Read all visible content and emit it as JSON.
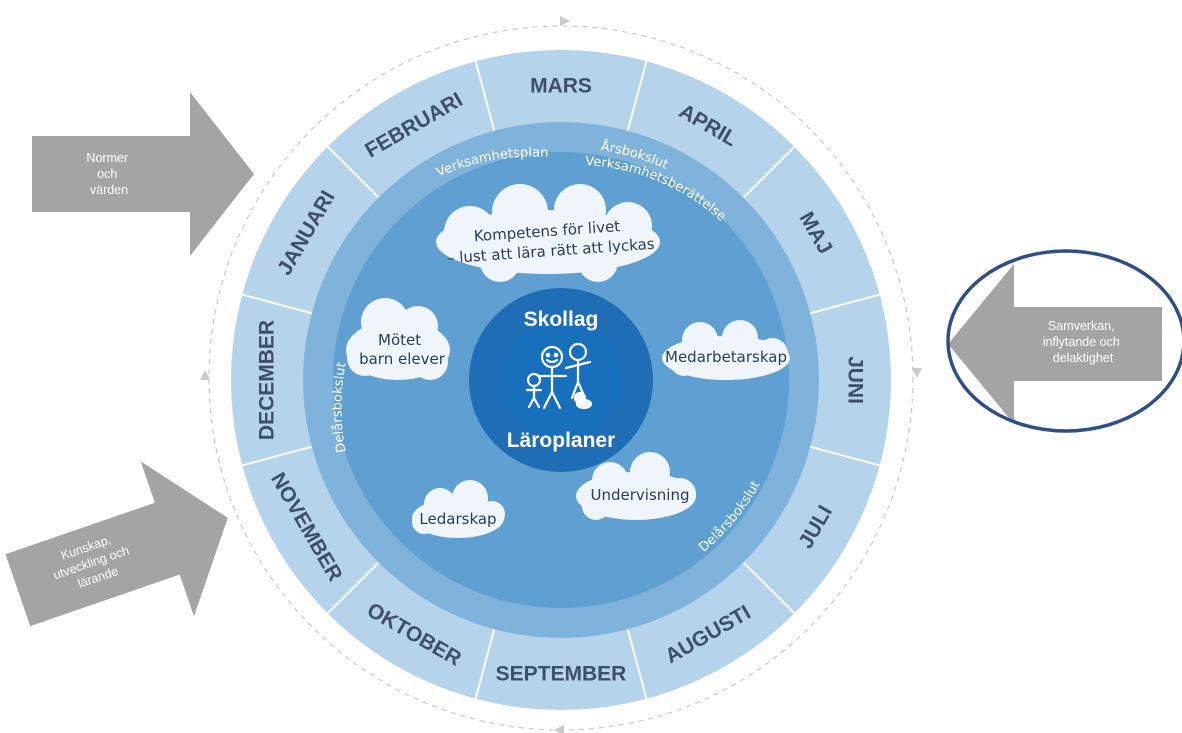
{
  "colors": {
    "month_ring": "#b5d3ea",
    "segment_lines": "#ffffff",
    "middle_ring": "#7fb3dc",
    "inner_field": "#5f9fd2",
    "hub_ring": "#1e6db5",
    "hub_core": "#1870bd",
    "arrow": "#a4a4a4",
    "highlight_oval": "#2f4e86",
    "dashed_cycle": "#c9c9c9",
    "month_text": "#3e4f6b"
  },
  "months": [
    {
      "id": "december",
      "label": "DECEMBER"
    },
    {
      "id": "januari",
      "label": "JANUARI"
    },
    {
      "id": "februari",
      "label": "FEBRUARI"
    },
    {
      "id": "mars",
      "label": "MARS"
    },
    {
      "id": "april",
      "label": "APRIL"
    },
    {
      "id": "maj",
      "label": "MAJ"
    },
    {
      "id": "juni",
      "label": "JUNI"
    },
    {
      "id": "juli",
      "label": "JULI"
    },
    {
      "id": "augusti",
      "label": "AUGUSTI"
    },
    {
      "id": "september",
      "label": "SEPTEMBER"
    },
    {
      "id": "oktober",
      "label": "OKTOBER"
    },
    {
      "id": "november",
      "label": "NOVEMBER"
    }
  ],
  "ring_labels": {
    "verksamhetsplan": "Verksamhetsplan",
    "arsbokslut": "Årsbokslut",
    "verksamhetsberattelse": "Verksamhetsberättelse",
    "delarsbokslut_left": "Delårsbokslut",
    "delarsbokslut_right": "Delårsbokslut"
  },
  "clouds": {
    "kompetens_line1": "Kompetens för livet",
    "kompetens_line2": "– lust att lära rätt att lyckas",
    "motet_line1": "Mötet",
    "motet_line2": "barn elever",
    "medarbetarskap": "Medarbetarskap",
    "undervisning": "Undervisning",
    "ledarskap": "Ledarskap"
  },
  "hub": {
    "top": "Skollag",
    "bottom": "Läroplaner",
    "icon": "family-stick-figures-icon"
  },
  "arrows": {
    "normer": [
      "Normer",
      "och",
      "värden"
    ],
    "kunskap": [
      "Kunskap,",
      "utveckling och",
      "lärande"
    ],
    "samverkan": [
      "Samverkan,",
      "inflytande och",
      "delaktighet"
    ]
  }
}
